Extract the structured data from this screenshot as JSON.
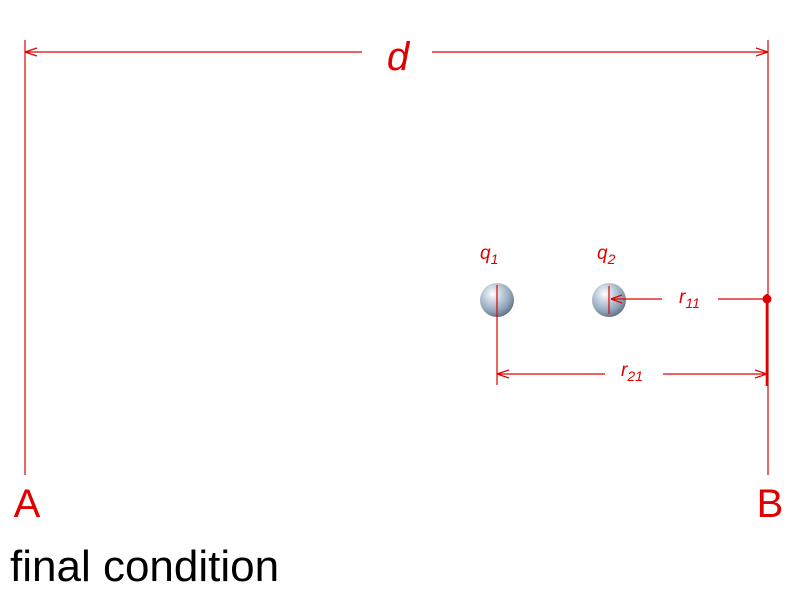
{
  "diagram": {
    "distance_label": "d",
    "point_a_label": "A",
    "point_b_label": "B",
    "charge_1": {
      "symbol": "q",
      "subscript": "1"
    },
    "charge_2": {
      "symbol": "q",
      "subscript": "2"
    },
    "r11": {
      "symbol": "r",
      "subscript": "11"
    },
    "r21": {
      "symbol": "r",
      "subscript": "21"
    },
    "caption": "final condition",
    "colors": {
      "annotation": "#e00000",
      "sphere": "#9fb1c4",
      "caption": "#000000"
    }
  }
}
